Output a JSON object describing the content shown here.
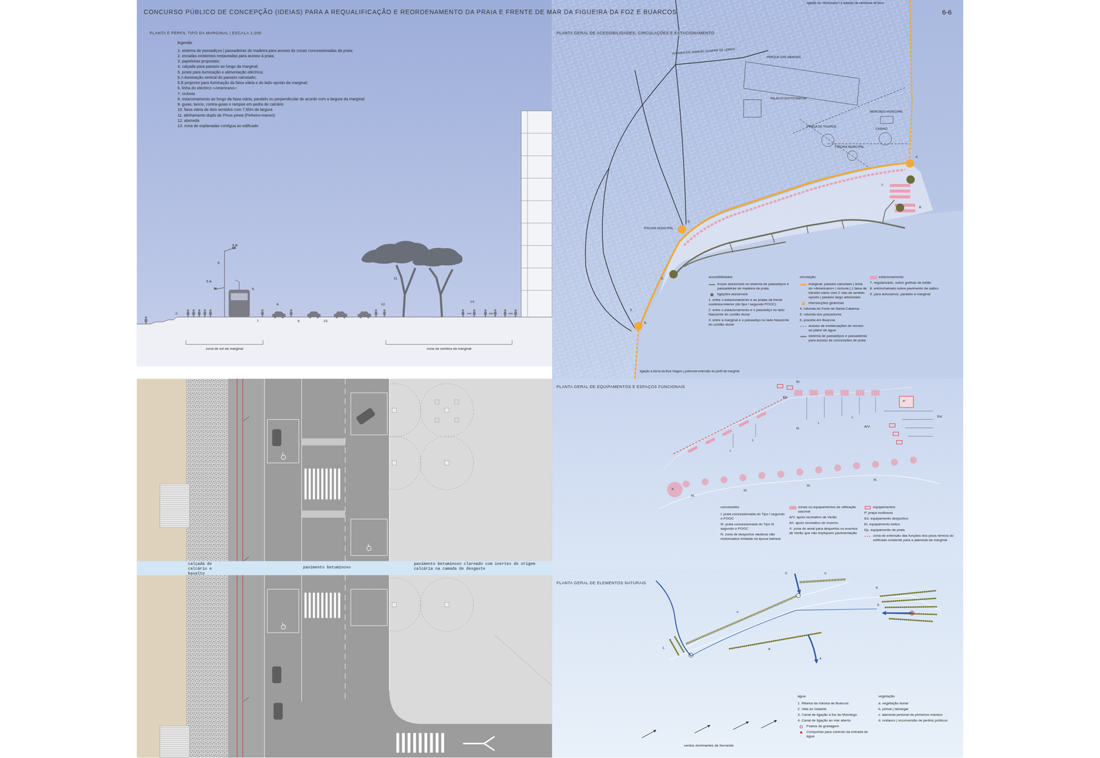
{
  "diagram": {
    "title": "CONCURSO PÚBLICO DE CONCEPÇÃO (IDEIAS) PARA A REQUALIFICAÇÃO E REORDENAMENTO DA PRAIA E FRENTE DE MAR DA FIGUEIRA DA FOZ E BUARCOS",
    "nodes": [
      {
        "text": [
          "PLANTA E PERFIL TIPO DA MARGINAL | ESCALA 1:200"
        ]
      },
      {
        "text": [
          "PLANTA GERAL DE ACESSIBILIDADES, CIRCULAÇÕES E ESTACIONAMENTO"
        ]
      },
      {
        "text": [
          "PLANTA GERAL DE EQUIPAMENTOS E ESPAÇOS FUNCIONAIS"
        ]
      },
      {
        "text": [
          "PLANTA GERAL DE ELEMENTOS NATURAIS"
        ]
      }
    ],
    "labels": [
      "legenda:",
      "1. sistema de passadiços | passadeiras de madeira para acesso às zonas concessionadas da praia;",
      "2. escadas existentes restauradas para acesso à praia;",
      "3. papeleiras propostas;",
      "4. calçada para passeio ao longo da marginal;",
      "5. poste para iluminação e alimentação eléctrica;",
      "5.A iluminação vertical do passeio calcetado;",
      "5.B projector para iluminação da faixa viária e do lado oposto da marginal;",
      "6. linha do eléctrico «Americano»;",
      "7. ciclovia",
      "8. estacionamento ao longo da faixa viária, paralelo ou perpendicular de acordo com a largura da marginal",
      "9. guias, lancis, contra-guias e rampas em pedra de calcário",
      "10. faixa viária de dois sentidos com 7,50m de largura",
      "11. alinhamento duplo de Pinus pinea (Pinheiro-manso)",
      "12. alameda",
      "13. zona de esplanadas contígua ao edificado",
      "5.B",
      "5.",
      "5.A",
      "11.",
      "2.",
      "6.",
      "7.",
      "8.",
      "9.",
      "10.",
      "12.",
      "13.",
      "zona de sol da marginal",
      "zona de sombra da marginal",
      "calçada de calcário e basalto",
      "pavimento betuminoso",
      "pavimento betuminoso clareado com inertes de origem calcária na camada de desgaste",
      "ligação do «Americano» à estação de caminhos de ferro",
      "AVENIDA DR. MANUEL GASPAR DE LEMOS",
      "PARQUE DAS ABADIAS",
      "PALÁCIO SOTTO MAYOR",
      "MERCADO MUNICIPAL",
      "CASINO",
      "PRAÇA DE TOUROS",
      "PISCINA MUNICIPAL",
      "PISCINA MUNICIPAL",
      "ligação à Serra da Boa Viagem | potencial extensão do perfil da marginal",
      "4.",
      "5.",
      "6.",
      "7.",
      "8.",
      "9.",
      "3.",
      "acessibilidades",
      "1. entre o estacionamento e as praias da frente oceânica interior (do tipo I segundo POOC)",
      "2. entre o estacionamento e o passadiço no lado Nascente do cordão dunar",
      "3. entre a marginal e o passadiço no lado Nascente do cordão dunar",
      "circulação",
      "4. rotunda do Forte de Santa Catarina",
      "5. rotunda dos pescadores",
      "6. praceta em Buarcos",
      "7. regularizado, sobre grelhas de betão",
      "8. entrincheirado sobre pavimento de saibro",
      "9. para autocarros, paralelo à marginal",
      "El.",
      "Ep.",
      "P.",
      "Ed.",
      "A/V.",
      "N.",
      "X.",
      "I.",
      "I.",
      "I.",
      "I.",
      "III.",
      "III.",
      "III.",
      "III.",
      "concessões",
      "I. praia concessionada do Tipo I segundo o POOC",
      "III. praia concessionada do Tipo III segundo o POOC",
      "N. zona de desportos náuticos não motorizados limitada na época balnear",
      "A/V. apoio recreativo de Verão",
      "A/I. apoio recreativo de Inverno",
      "X. zona do areal para desportos ou eventos de Verão que não impliquem pavimentação",
      "P. praça multiusos",
      "Ed. equipamento desportivo",
      "El. equipamento lúdico",
      "Ep. equipamento de praia",
      "2.",
      "c.",
      "c.",
      "3.",
      "4.",
      "1.",
      "a.",
      "d.",
      "água",
      "1. Ribeira da Várzea de Buarcos",
      "2. Vala do Galante",
      "3. Canal de ligação à foz do Mondego",
      "4. Canal de ligação ao mar aberto",
      "vegetação",
      "a. vegetação dunar",
      "b. pinhal | tamargal",
      "c. alameda pedonal de pinheiros mansos",
      "d. restauro | reconversão de jardins públicos",
      "ventos dominantes de Noroeste",
      "6-6"
    ],
    "legend": [
      {
        "text": "troços acessíveis no sistema de passadiços e passadeiras de madeira da praia"
      },
      {
        "text": "ligações acessíveis"
      },
      {
        "text": "marginal: passeio calcetado | linha do «Americano» | ciclovia | 1 faixa de trânsito viário com 2 vias de sentido oposto | passeio largo arborizado"
      },
      {
        "text": "intersecções giratórias"
      },
      {
        "text": "acesso de embarcações de recreio ao plano de água"
      },
      {
        "text": "sistema de passadiços e passadeiras para acesso às concessões de praia"
      },
      {
        "text": "estacionamento",
        "color": "#e8a1b5"
      },
      {
        "text": "zonas ou equipamentos de utilização sazonal",
        "color": "#e6a3b7"
      },
      {
        "text": "equipamentos"
      },
      {
        "text": "zona de extensão das funções dos pisos térreos do edificado existente para a alameda da marginal"
      },
      {
        "text": "Postos de gradagem"
      },
      {
        "text": "Comportas para controlo da entrada de água"
      }
    ]
  }
}
